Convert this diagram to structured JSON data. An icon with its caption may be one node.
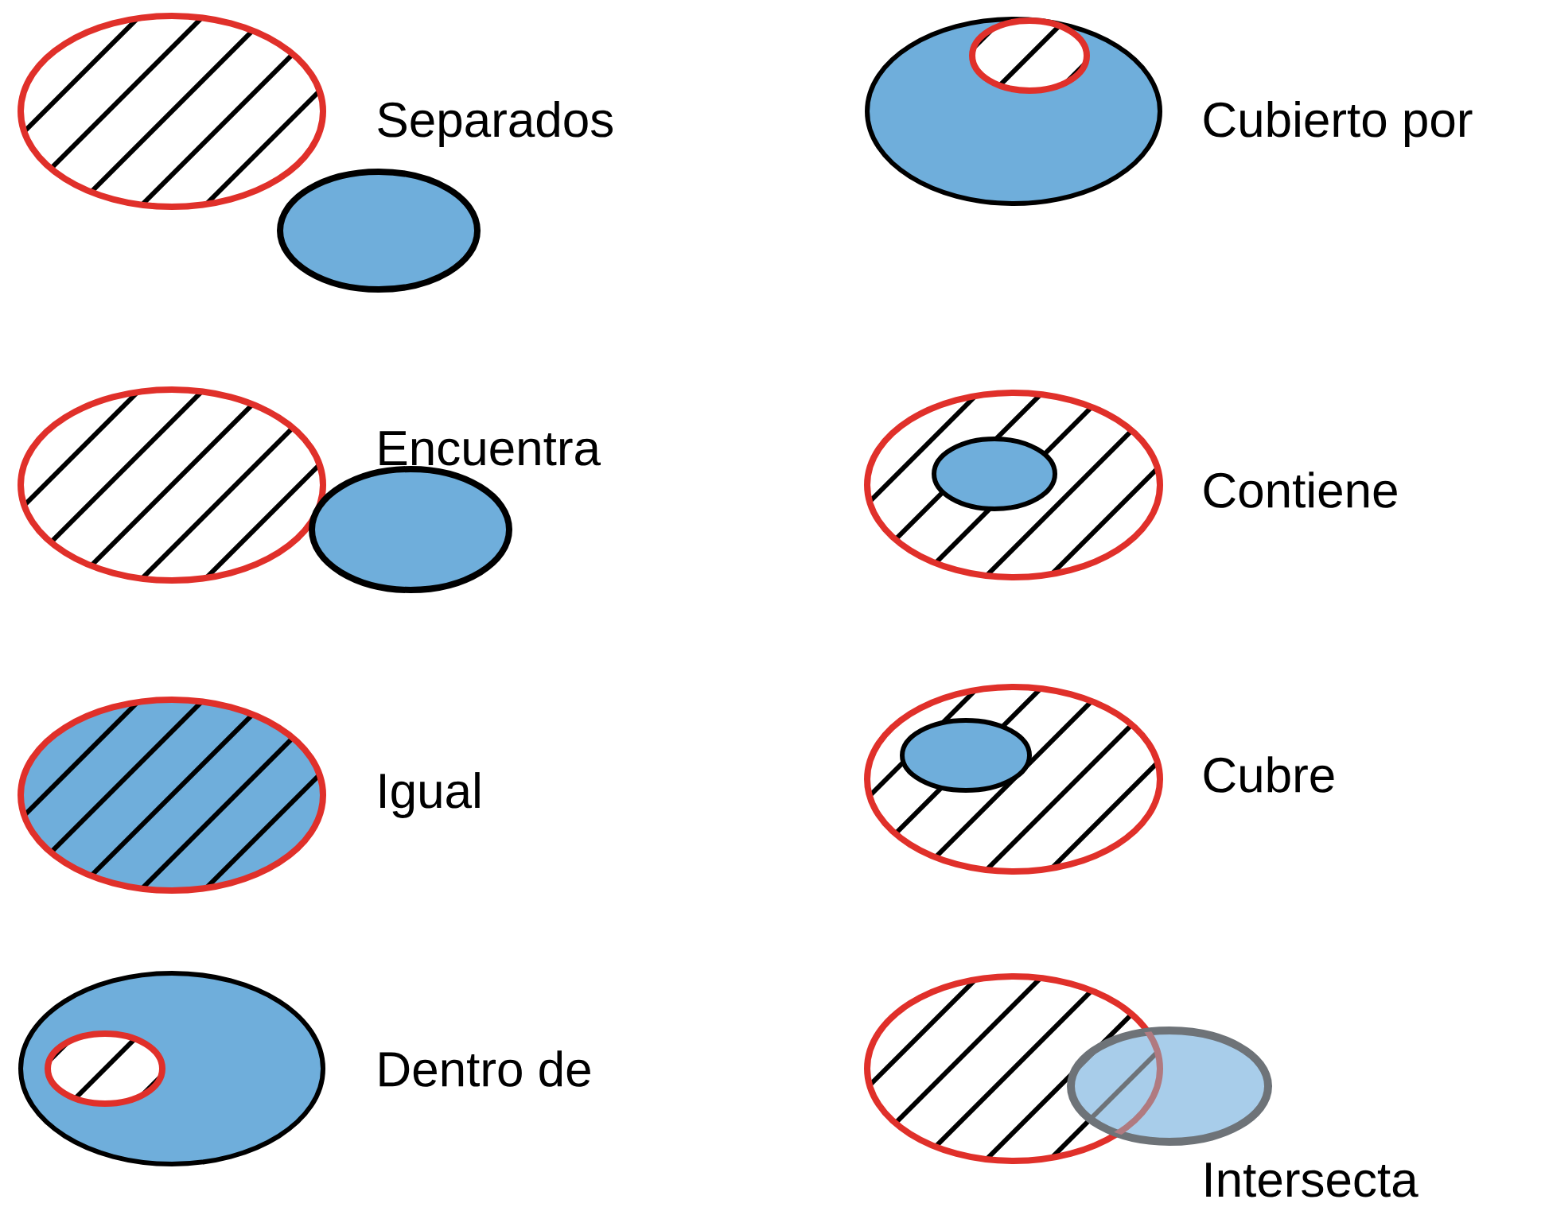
{
  "diagram": {
    "labels": [
      "Separados",
      "Cubierto por",
      "Encuentra",
      "Contiene",
      "Igual",
      "Cubre",
      "Dentro de",
      "Intersecta"
    ]
  }
}
